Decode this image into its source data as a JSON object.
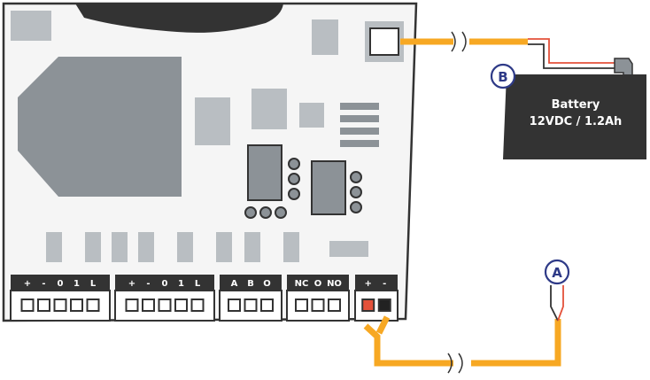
{
  "battery": {
    "name": "Battery",
    "spec": "12VDC / 1.2Ah"
  },
  "badges": {
    "a": "A",
    "b": "B"
  },
  "terminal_blocks": [
    {
      "labels": [
        "+",
        "-",
        "0",
        "1",
        "L"
      ]
    },
    {
      "labels": [
        "+",
        "-",
        "0",
        "1",
        "L"
      ]
    },
    {
      "labels": [
        "A",
        "B",
        "O"
      ]
    },
    {
      "labels": [
        "NC",
        "O",
        "NO"
      ]
    },
    {
      "labels": [
        "+",
        "-"
      ]
    }
  ],
  "colors": {
    "board_fill": "#f5f5f5",
    "component_gray": "#b9bec2",
    "chip_gray": "#8c9297",
    "dark": "#333333",
    "wire_orange": "#f7a823",
    "wire_red": "#e4513a",
    "badge_blue": "#2e3a87"
  }
}
